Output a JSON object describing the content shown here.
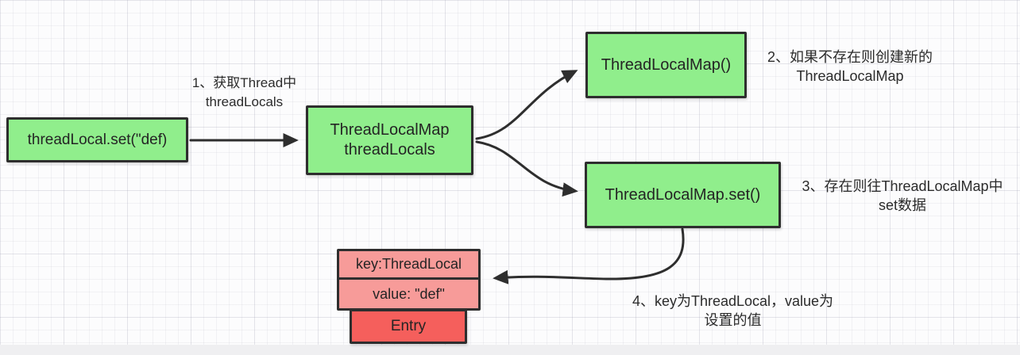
{
  "diagram": {
    "nodes": {
      "thread_local_set": {
        "label": "threadLocal.set(\"def)"
      },
      "thread_locals": {
        "line1": "ThreadLocalMap",
        "line2": "threadLocals"
      },
      "thread_local_map_new": {
        "label": "ThreadLocalMap()"
      },
      "thread_local_map_set": {
        "label": "ThreadLocalMap.set()"
      },
      "entry_key": {
        "label": "key:ThreadLocal"
      },
      "entry_value": {
        "label": "value: \"def\""
      },
      "entry": {
        "label": "Entry"
      }
    },
    "annotations": {
      "step1": {
        "line1": "1、获取Thread中",
        "line2": "threadLocals"
      },
      "step2": {
        "line1": "2、如果不存在则创建新的",
        "line2": "ThreadLocalMap"
      },
      "step3": {
        "line1": "3、存在则往ThreadLocalMap中",
        "line2": "set数据"
      },
      "step4": {
        "line1": "4、key为ThreadLocal，value为",
        "line2": "设置的值"
      }
    },
    "colors": {
      "node_green": "#90ee8c",
      "node_pink": "#f79b99",
      "node_red": "#f55f5c",
      "stroke": "#2e2e2e",
      "text": "#242424"
    }
  }
}
